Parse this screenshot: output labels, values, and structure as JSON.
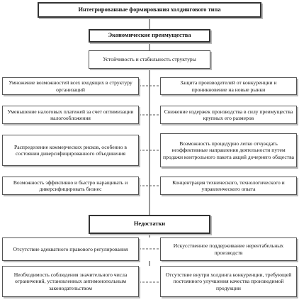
{
  "diagram": {
    "title": "Интегрированные формирования холдингового типа",
    "advantages": {
      "header": "Экономические преимущества",
      "core": "Устойчивость и стабильность структуры",
      "left": [
        "Умножение возможностей всех входящих в структуру организаций",
        "Уменьшение налоговых платежей за счет оптимизации налогообложения",
        "Распределение коммерческих рисков, особенно в состоянии диверсифицированного объединения",
        "Возможность эффективно и быстро наращивать и диверсифицировать бизнес"
      ],
      "right": [
        "Защита производителей от конкуренции и проникновение на новые рынки",
        "Снижение издержек производства в силу преимущества крупных его размеров",
        "Возможность процедурно легко отчуждать неэффективные направления деятельности путем продажи контрольного пакета акций дочернего общества",
        "Концентрация технического, технологического и управленческого опыта"
      ]
    },
    "disadvantages": {
      "header": "Недостатки",
      "left": [
        "Отсутствие адекватного правового регулирования",
        "Необходимость соблюдения значительного числа ограничений, установленных антимонопольным законодательством"
      ],
      "right": [
        "Искусственное поддерживание нерентабельных производств",
        "Отсутствие внутри холдинга конкуренции, требующей постоянного улучшения качества производимой продукции"
      ]
    }
  }
}
